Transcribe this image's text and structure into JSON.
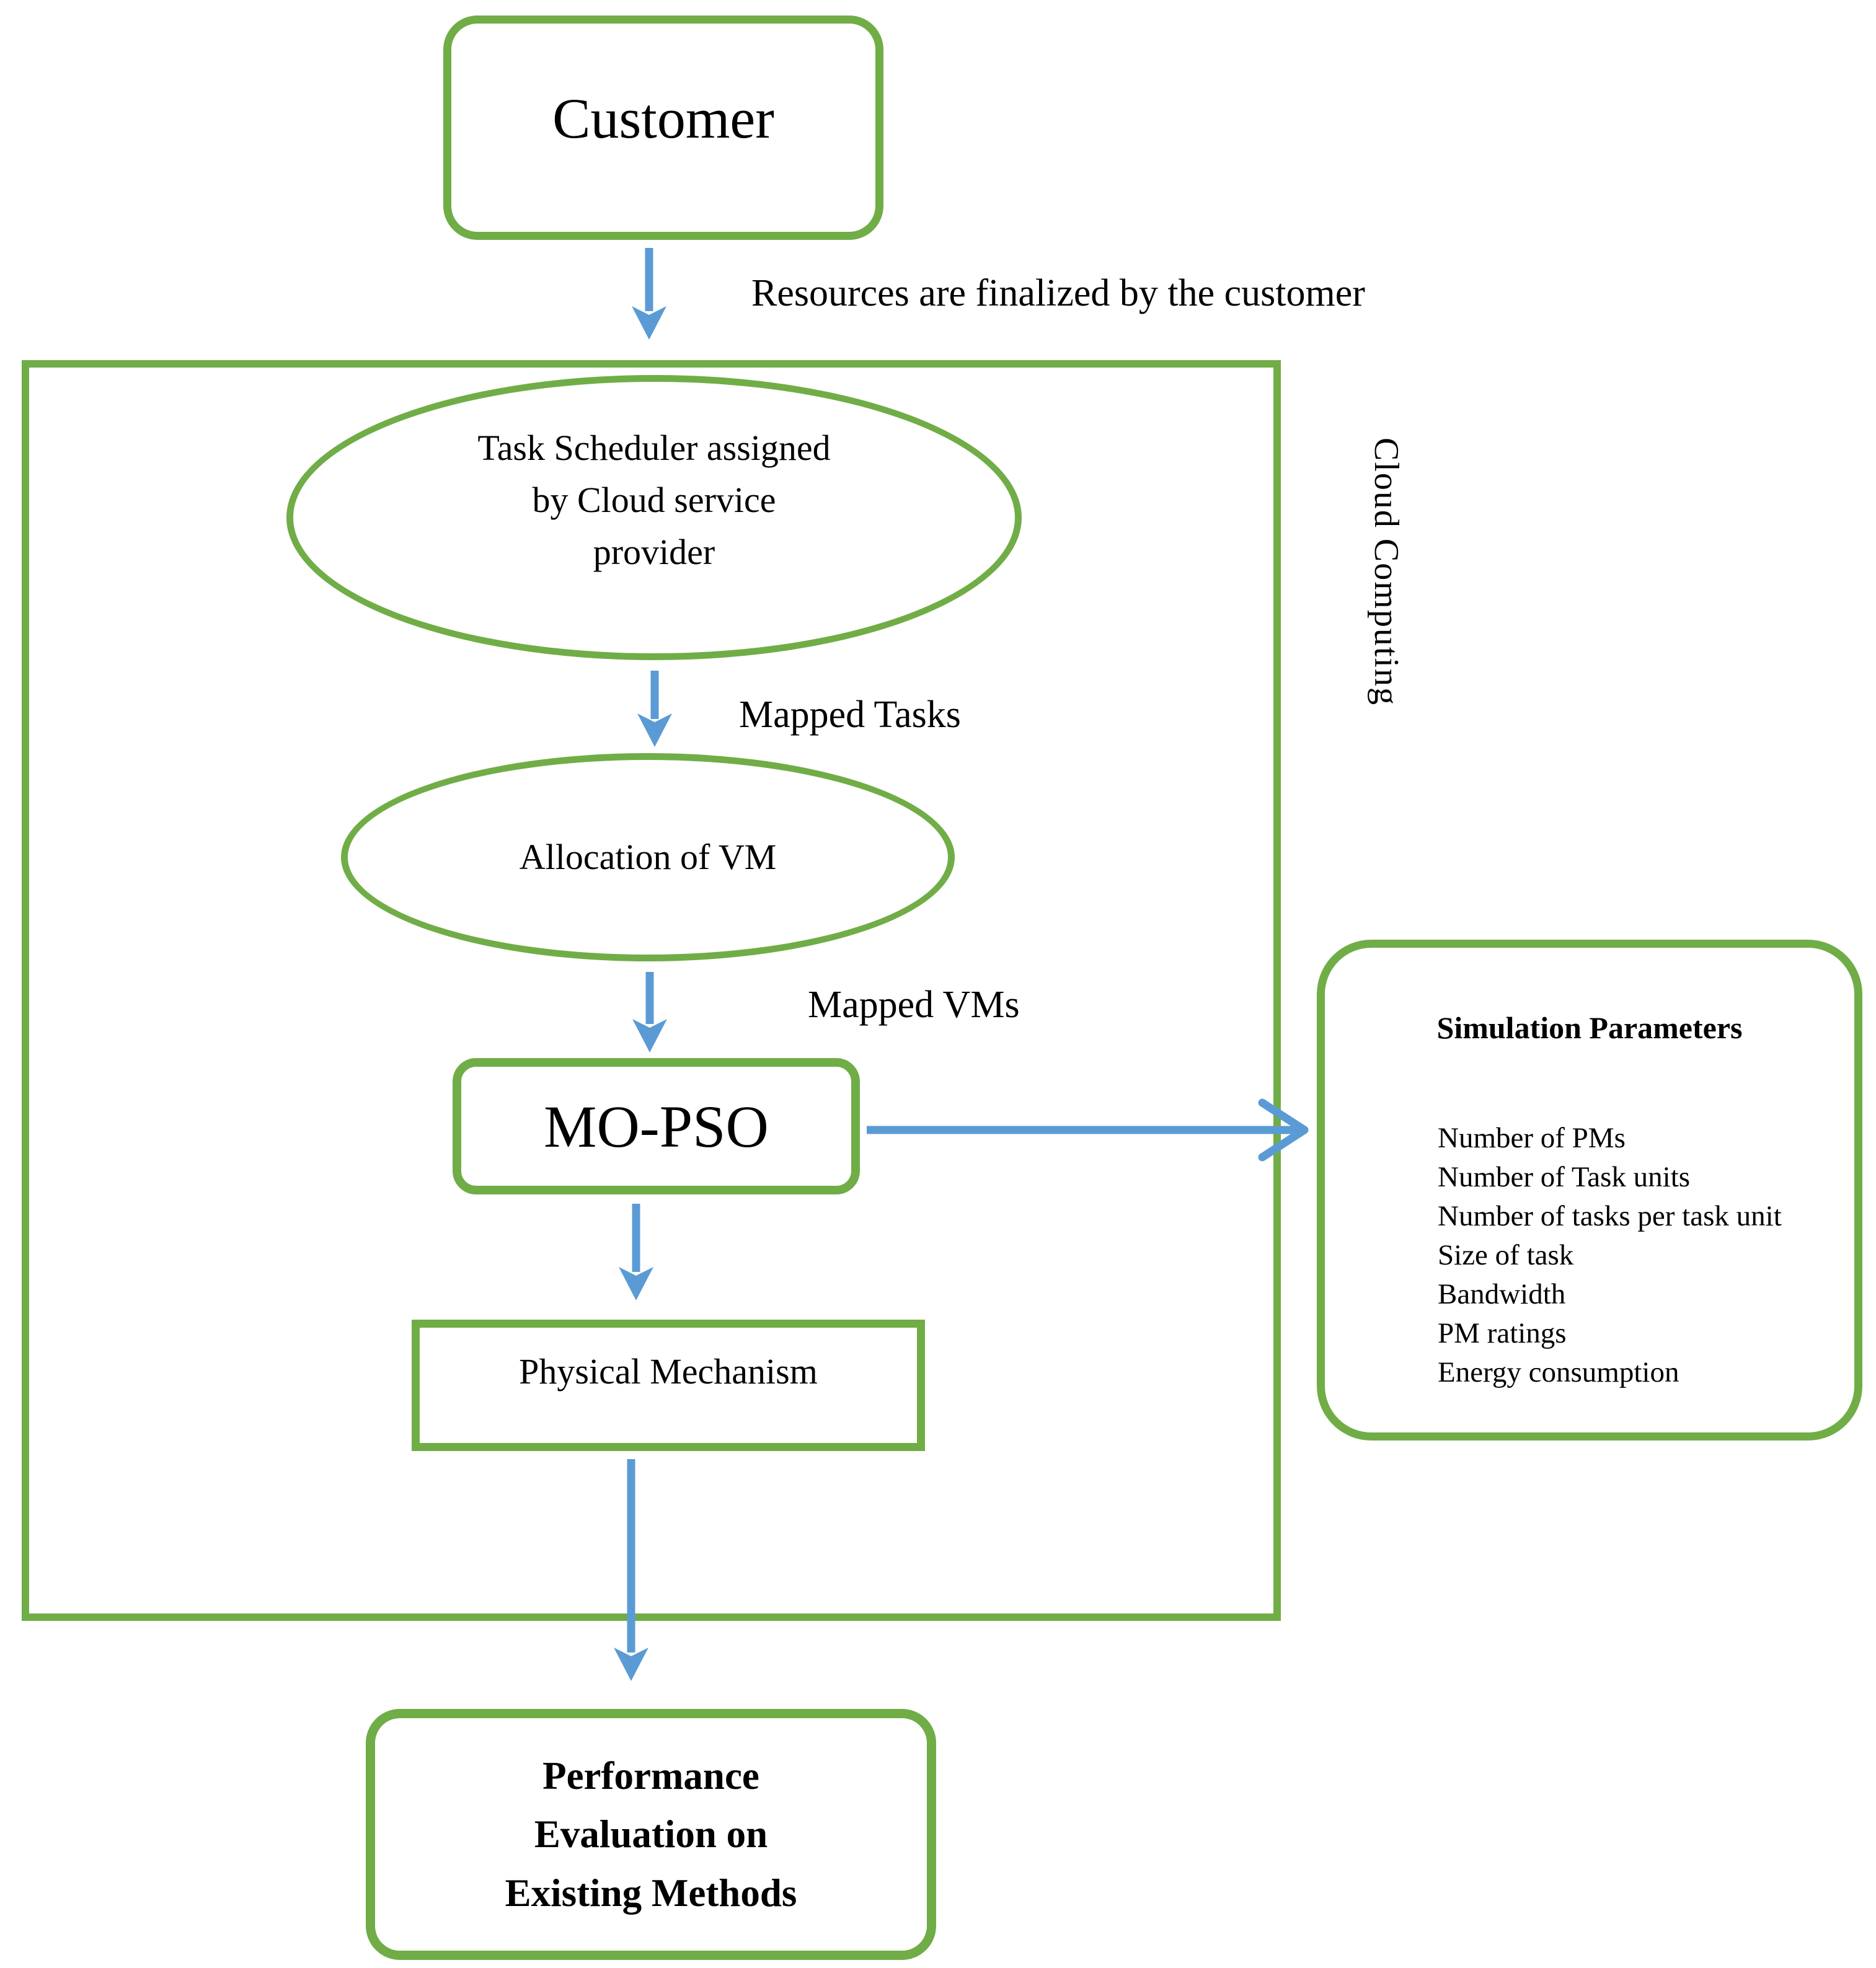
{
  "colors": {
    "green": "#70ad47",
    "blue": "#5b9bd5",
    "text": "#000000",
    "background": "#ffffff"
  },
  "container": {
    "label": "Cloud Computing"
  },
  "nodes": {
    "customer": {
      "label": "Customer",
      "shape": "rounded-rect"
    },
    "task_scheduler": {
      "label": "Task Scheduler assigned\nby Cloud service\nprovider",
      "shape": "ellipse"
    },
    "allocation_vm": {
      "label": "Allocation of VM",
      "shape": "ellipse"
    },
    "mopso": {
      "label": "MO-PSO",
      "shape": "rounded-rect"
    },
    "physical_mechanism": {
      "label": "Physical Mechanism",
      "shape": "rect"
    },
    "performance": {
      "label": "Performance\nEvaluation on\nExisting Methods",
      "shape": "rounded-rect"
    }
  },
  "edge_labels": {
    "resources": "Resources are finalized by the customer",
    "mapped_tasks": "Mapped Tasks",
    "mapped_vms": "Mapped VMs"
  },
  "simulation": {
    "title": "Simulation Parameters",
    "items": [
      "Number of PMs",
      "Number of Task units",
      "Number of tasks per task unit",
      "Size of task",
      "Bandwidth",
      "PM ratings",
      "Energy consumption"
    ]
  }
}
